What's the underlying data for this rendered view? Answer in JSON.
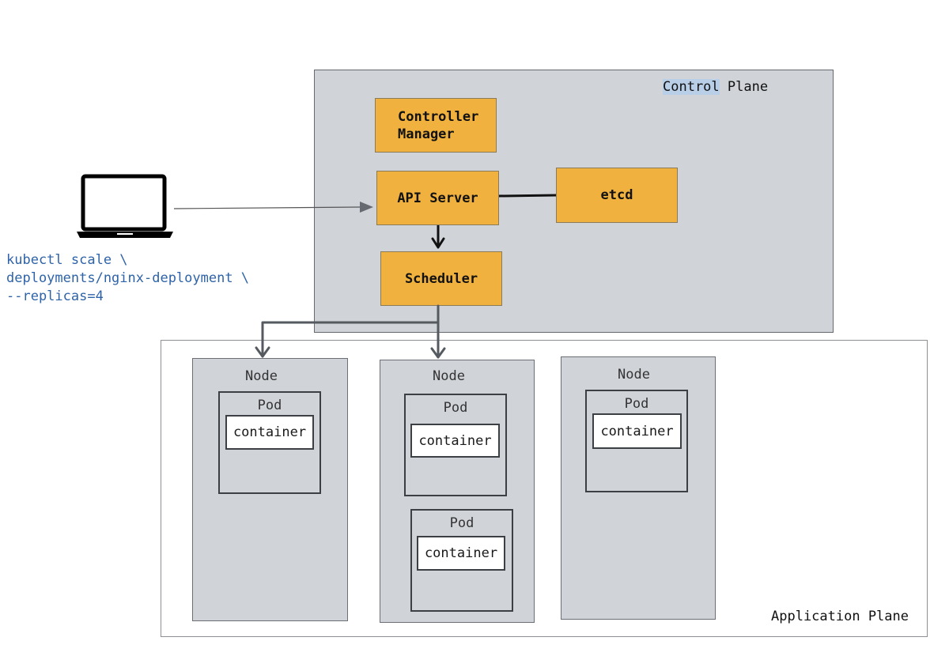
{
  "control_plane": {
    "title_part1": "Control",
    "title_part2": "Plane",
    "components": {
      "controller_manager": [
        "Controller",
        "Manager"
      ],
      "api_server": "API Server",
      "etcd": "etcd",
      "scheduler": "Scheduler"
    }
  },
  "application_plane": {
    "title": "Application Plane",
    "node_label": "Node",
    "pod_label": "Pod",
    "container_label": "container"
  },
  "client": {
    "icon": "laptop-icon",
    "command": [
      "kubectl scale \\",
      "deployments/nginx-deployment \\",
      "--replicas=4"
    ]
  },
  "colors": {
    "component": "#f0b13e",
    "plane_background": "#d0d4d9",
    "command_text": "#2e63a8"
  }
}
